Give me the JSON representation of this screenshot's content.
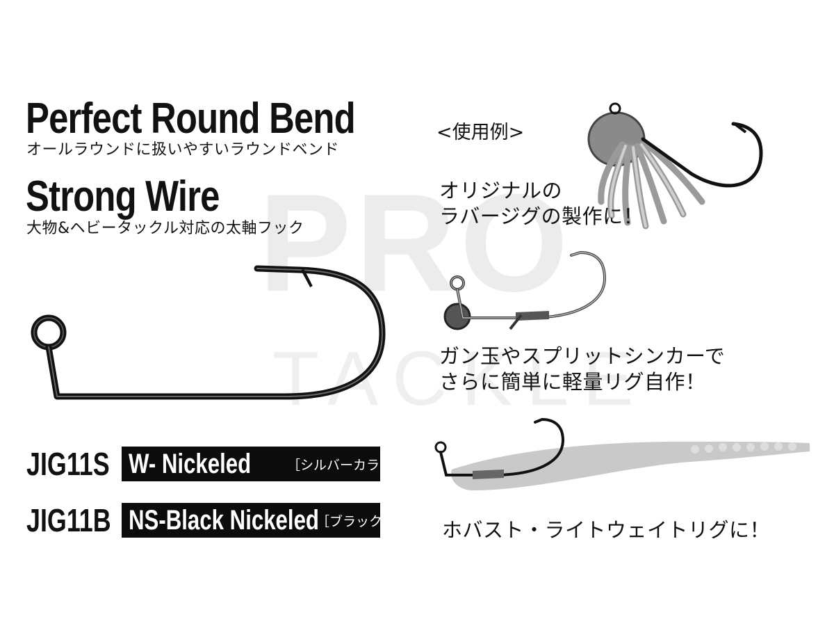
{
  "watermark": {
    "brand": "PRO",
    "sub": "TACKLE"
  },
  "features": [
    {
      "title": "Perfect Round Bend",
      "subtitle": "オールラウンドに扱いやすいラウンドベンド"
    },
    {
      "title": "Strong Wire",
      "subtitle": "大物&ヘビータックル対応の太軸フック"
    }
  ],
  "models": [
    {
      "code": "JIG11S",
      "finish": "W- Nickeled",
      "color_jp": "［シルバーカラー］"
    },
    {
      "code": "JIG11B",
      "finish": "NS-Black Nickeled",
      "color_jp": "［ブラック］"
    }
  ],
  "usage": {
    "label": "<使用例>",
    "examples": [
      {
        "icon": "rubber-jig-icon",
        "lines": [
          "オリジナルの",
          "ラバージグの製作に！"
        ]
      },
      {
        "icon": "split-shot-jighead-icon",
        "lines": [
          "ガン玉やスプリットシンカーで",
          "さらに簡単に軽量リグ自作！"
        ]
      },
      {
        "icon": "soft-worm-rig-icon",
        "lines": [
          "ホバスト・ライトウェイトリグに！"
        ]
      }
    ]
  },
  "colors": {
    "ink": "#111111",
    "box_bg": "#0c0c0c",
    "box_text": "#ffffff",
    "skirt": "#b8b8b8",
    "worm": "#c9c9c9",
    "head": "#8a8a8a"
  }
}
